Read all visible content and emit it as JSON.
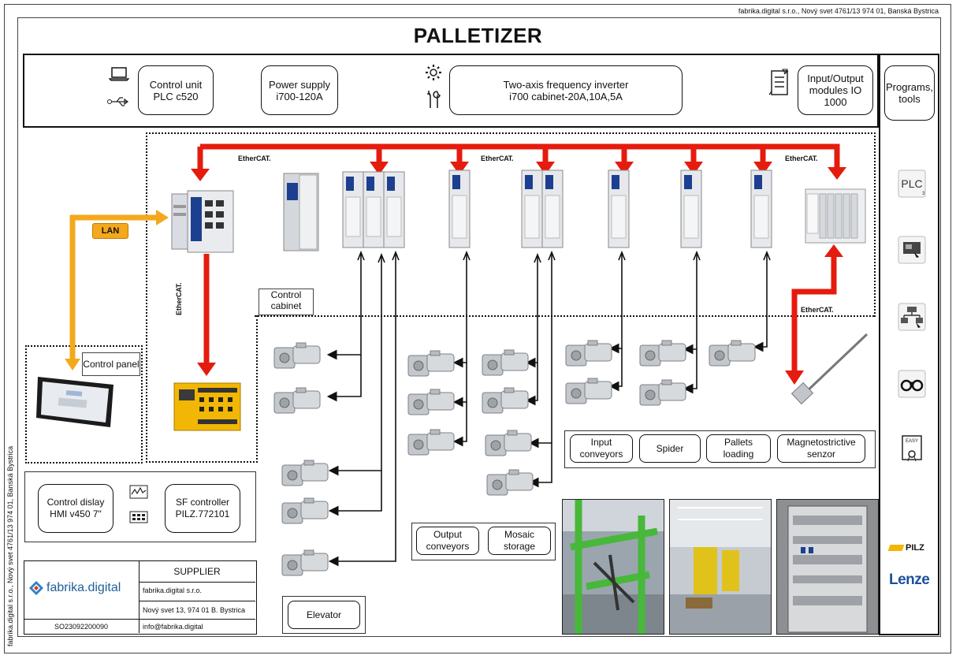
{
  "header": {
    "company_address": "fabrika.digital s.r.o., Nový svet 4761/13 974 01, Banská Bystrica",
    "title": "PALLETIZER"
  },
  "top_row": {
    "control_unit": "Control unit\nPLC c520",
    "power_supply": "Power supply\ni700-120A",
    "inverter": "Two-axis frequency inverter\ni700 cabinet-20A,10A,5A",
    "io_modules": "Input/Output\nmodules IO\n1000"
  },
  "sidebar": {
    "programs_tools": "Programs,\ntools",
    "icons": [
      "plc-icon",
      "hmi-designer-icon",
      "network-config-icon",
      "binoculars-icon",
      "easy-certificate-icon"
    ],
    "plc_text": "PLC",
    "easy_text": "EASY",
    "brand_pilz": "PILZ",
    "brand_lenze": "Lenze"
  },
  "labels": {
    "lan": "LAN",
    "ethercat_ether": "Ether",
    "ethercat_cat": "CAT.",
    "control_cabinet": "Control\ncabinet",
    "control_panel": "Control panel",
    "vertical_address": "fabrika.digital s.r.o., Nový svet 4761/13 974 01, Banská Bystrica"
  },
  "legend_groups": {
    "group1": [
      "Input\nconveyors",
      "Spider",
      "Pallets\nloading",
      "Magnetostrictive\nsenzor"
    ],
    "group2": [
      "Output\nconveyors",
      "Mosaic\nstorage"
    ],
    "elevator": "Elevator"
  },
  "hmi_box": {
    "display": "Control dislay\nHMI v450 7\"",
    "sf_controller": "SF controller\nPILZ.772101"
  },
  "supplier": {
    "logo_text": "fabrika.digital",
    "heading": "SUPPLIER",
    "name": "fabrika.digital s.r.o.",
    "address": "Nový svet 13, 974 01 B. Bystrica",
    "order_no": "SO23092200090",
    "email": "info@fabrika.digital"
  },
  "colors": {
    "ethercat_red": "#e51b0e",
    "lan_orange": "#f4a81d",
    "lenze_blue": "#1c4f9c",
    "pilz_yellow": "#f2b705",
    "device_blue": "#1d3f8f"
  }
}
